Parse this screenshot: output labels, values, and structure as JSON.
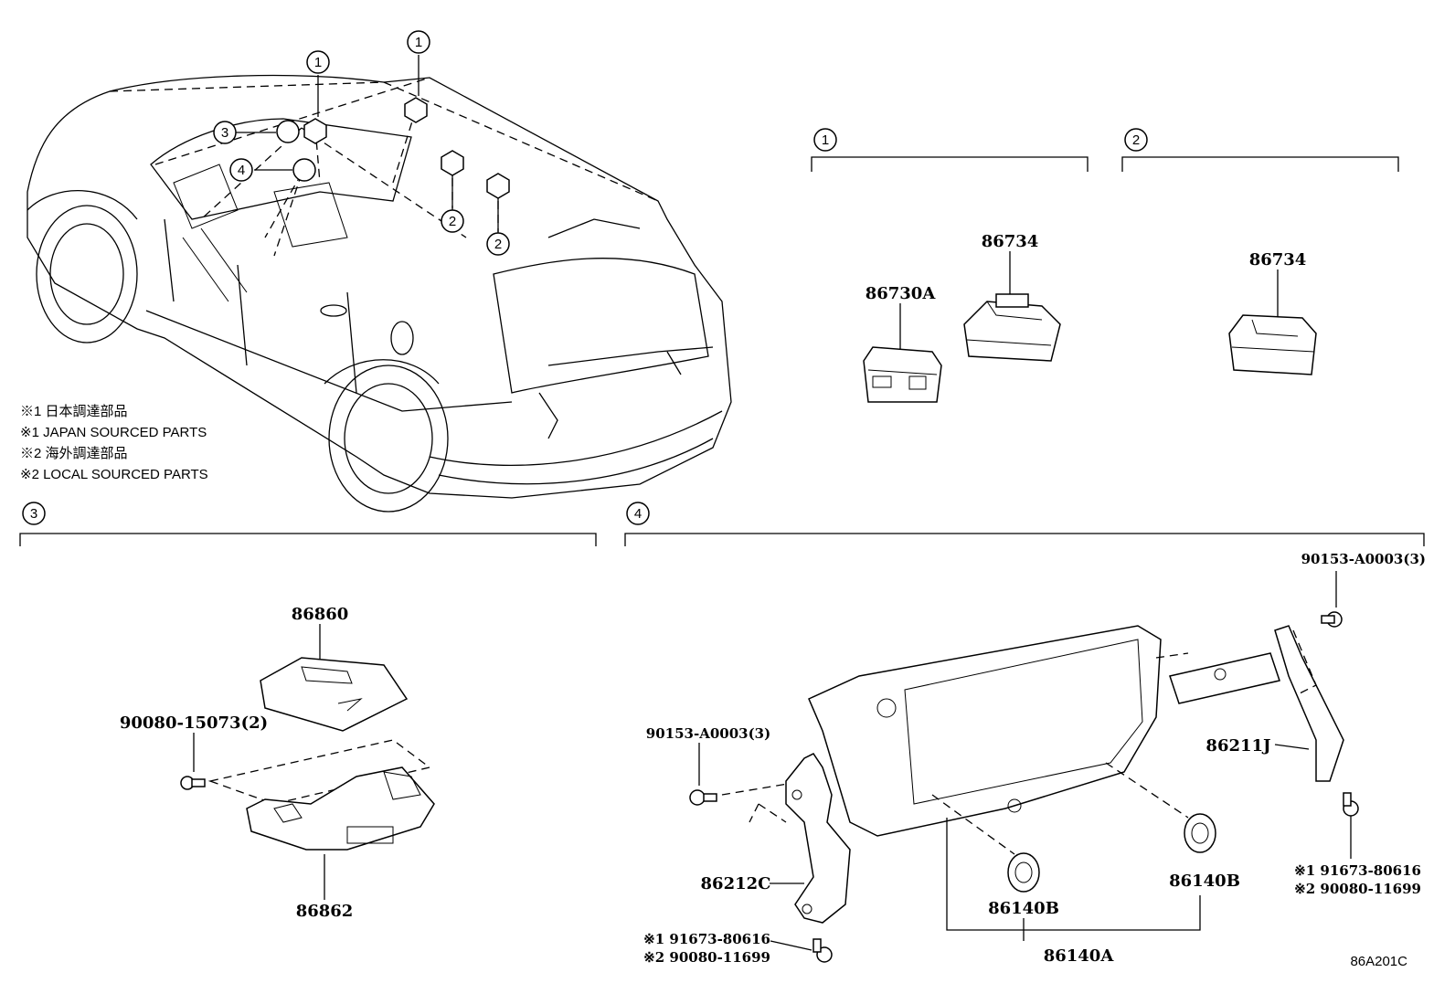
{
  "callouts": {
    "c1": "1",
    "c2": "2",
    "c3": "3",
    "c4": "4"
  },
  "notes": [
    "※1 日本調達部品",
    "※1 JAPAN SOURCED PARTS",
    "※2 海外調達部品",
    "※2 LOCAL SOURCED PARTS"
  ],
  "group1": {
    "label": "1",
    "parts": [
      "86734",
      "86730A"
    ]
  },
  "group2": {
    "label": "2",
    "parts": [
      "86734"
    ]
  },
  "group3": {
    "label": "3",
    "parts": [
      "86860",
      "90080-15073(2)",
      "86862"
    ]
  },
  "group4": {
    "label": "4",
    "parts": [
      "90153-A0003(3)",
      "90153-A0003(3)",
      "86211J",
      "86212C",
      "86140B",
      "86140B",
      "86140A"
    ],
    "bolt_right": [
      "※1 91673-80616",
      "※2 90080-11699"
    ],
    "bolt_left": [
      "※1 91673-80616",
      "※2 90080-11699"
    ]
  },
  "diagram_code": "86A201C"
}
